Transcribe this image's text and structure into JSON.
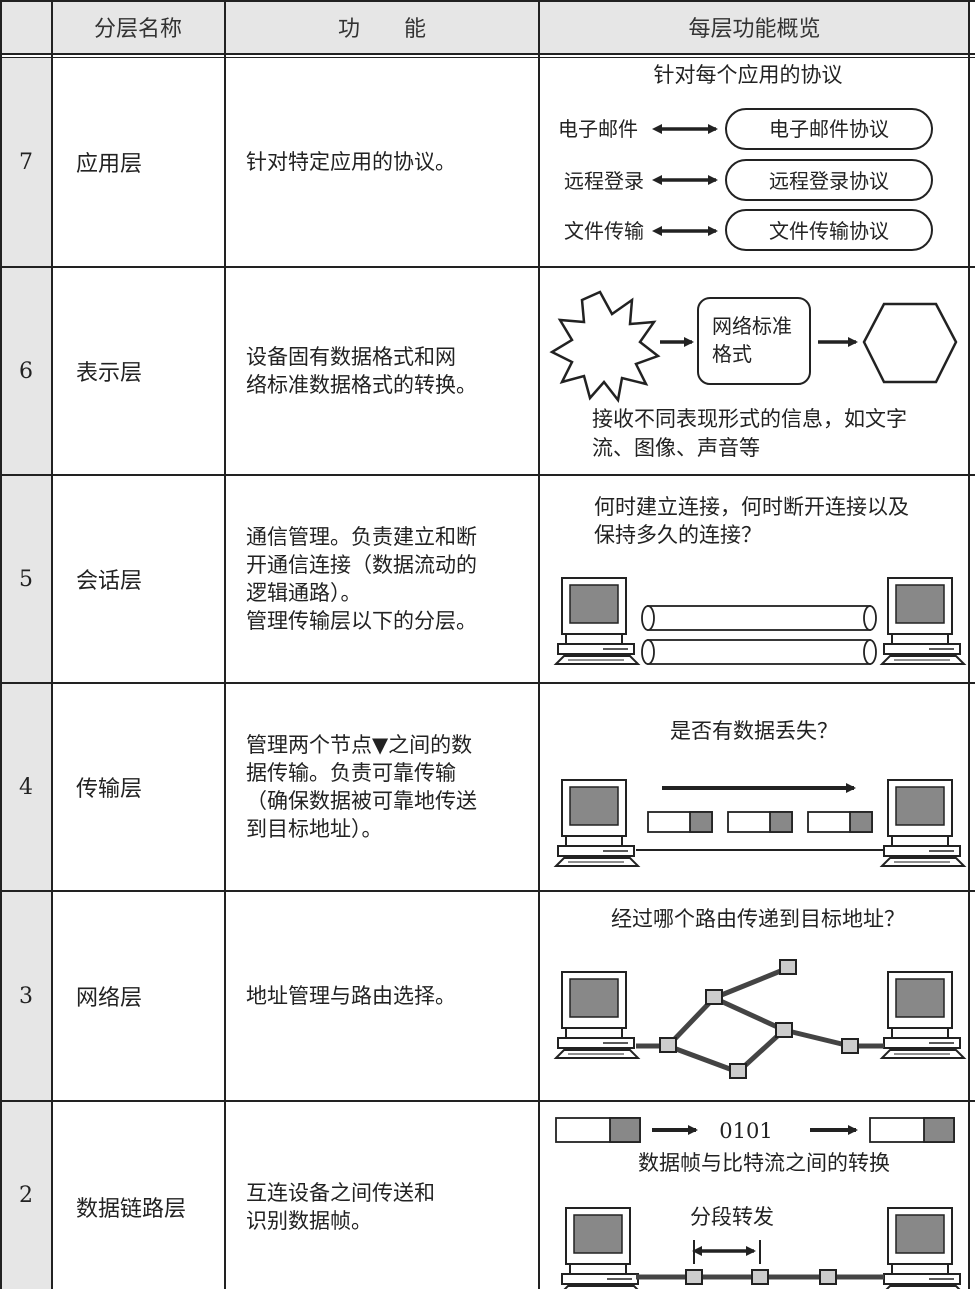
{
  "header": {
    "col_name": "分层名称",
    "col_func": "功　　能",
    "col_overview": "每层功能概览"
  },
  "rows": [
    {
      "num": "7",
      "name": "应用层",
      "func": "针对特定应用的协议。",
      "overview": {
        "title": "针对每个应用的协议",
        "pairs": [
          {
            "left": "电子邮件",
            "right": "电子邮件协议"
          },
          {
            "left": "远程登录",
            "right": "远程登录协议"
          },
          {
            "left": "文件传输",
            "right": "文件传输协议"
          }
        ]
      }
    },
    {
      "num": "6",
      "name": "表示层",
      "func": "设备固有数据格式和网\n络标准数据格式的转换。",
      "overview": {
        "box_line1": "网络标准",
        "box_line2": "格式",
        "caption_line1": "接收不同表现形式的信息，如文字",
        "caption_line2": "流、图像、声音等"
      }
    },
    {
      "num": "5",
      "name": "会话层",
      "func": "通信管理。负责建立和断\n开通信连接（数据流动的\n逻辑通路）。\n管理传输层以下的分层。",
      "overview": {
        "q_line1": "何时建立连接，何时断开连接以及",
        "q_line2": "保持多久的连接？"
      }
    },
    {
      "num": "4",
      "name": "传输层",
      "func": "管理两个节点▼之间的数\n据传输。负责可靠传输\n（确保数据被可靠地传送\n到目标地址）。",
      "overview": {
        "question": "是否有数据丢失？"
      }
    },
    {
      "num": "3",
      "name": "网络层",
      "func": "地址管理与路由选择。",
      "overview": {
        "question": "经过哪个路由传递到目标地址？"
      }
    },
    {
      "num": "2",
      "name": "数据链路层",
      "func": "互连设备之间传送和\n识别数据帧。",
      "overview": {
        "bits": "0101",
        "caption": "数据帧与比特流之间的转换",
        "segment": "分段转发"
      }
    }
  ]
}
